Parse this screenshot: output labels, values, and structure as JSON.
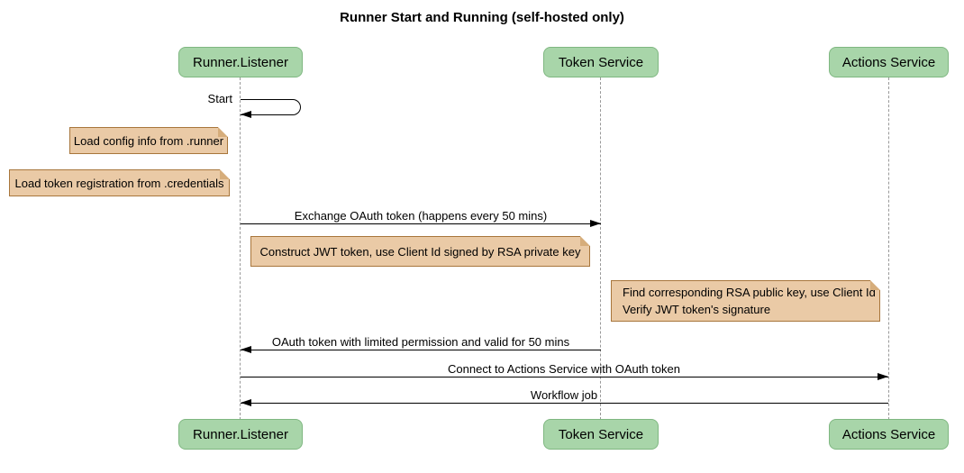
{
  "title": "Runner Start and Running (self-hosted only)",
  "participants": [
    {
      "name": "Runner.Listener"
    },
    {
      "name": "Token Service"
    },
    {
      "name": "Actions Service"
    }
  ],
  "messages": [
    {
      "label": "Start",
      "from": "Runner.Listener",
      "to": "Runner.Listener",
      "type": "self"
    },
    {
      "label": "Exchange OAuth token (happens every 50 mins)",
      "from": "Runner.Listener",
      "to": "Token Service",
      "type": "solid"
    },
    {
      "label": "OAuth token with limited permission and valid for 50 mins",
      "from": "Token Service",
      "to": "Runner.Listener",
      "type": "solid"
    },
    {
      "label": "Connect to Actions Service with OAuth token",
      "from": "Runner.Listener",
      "to": "Actions Service",
      "type": "solid"
    },
    {
      "label": "Workflow job",
      "from": "Actions Service",
      "to": "Runner.Listener",
      "type": "solid"
    }
  ],
  "notes": [
    {
      "text": "Load config info from .runner",
      "position": "left of Runner.Listener"
    },
    {
      "text": "Load token registration from .credentials",
      "position": "left of Runner.Listener"
    },
    {
      "text": "Construct JWT token, use Client Id signed by RSA private key",
      "position": "over Runner.Listener,Token Service"
    },
    {
      "lines": [
        "Find corresponding RSA public key, use Client Id",
        "Verify JWT token's signature"
      ],
      "position": "right of Token Service"
    }
  ],
  "colors": {
    "participant_fill": "#a8d5a9",
    "participant_border": "#7fb781",
    "note_fill": "#eacaa6",
    "note_border": "#a8763c",
    "lifeline": "#999999",
    "arrow": "#000000",
    "text": "#000000",
    "background": "#ffffff"
  }
}
